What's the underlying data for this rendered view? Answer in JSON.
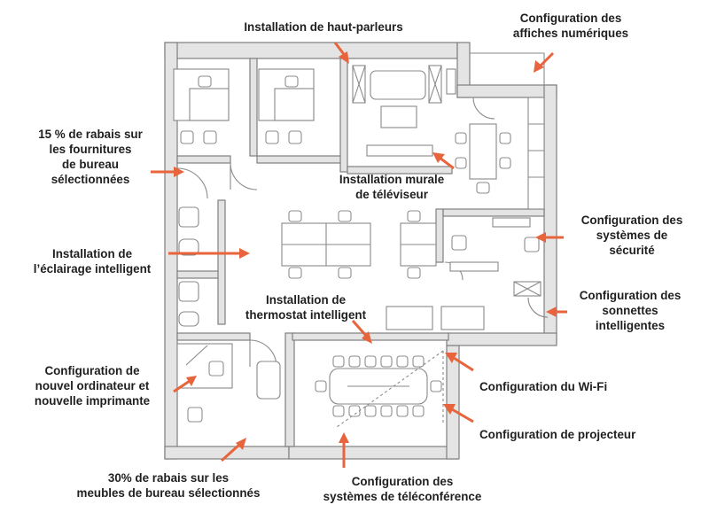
{
  "callouts": {
    "speakers": [
      "Installation de haut-parleurs"
    ],
    "signage": [
      "Configuration des",
      "affiches numériques"
    ],
    "supplies": [
      "15 % de rabais sur",
      "les fournitures",
      "de bureau",
      "sélectionnées"
    ],
    "tv": [
      "Installation murale",
      "de téléviseur"
    ],
    "security": [
      "Configuration des",
      "systèmes de",
      "sécurité"
    ],
    "lighting": [
      "Installation de",
      "l’éclairage intelligent"
    ],
    "doorbells": [
      "Configuration des",
      "sonnettes",
      "intelligentes"
    ],
    "thermostat": [
      "Installation de",
      "thermostat intelligent"
    ],
    "computer": [
      "Configuration de",
      "nouvel ordinateur et",
      "nouvelle imprimante"
    ],
    "wifi": [
      "Configuration du Wi-Fi"
    ],
    "projector": [
      "Configuration de projecteur"
    ],
    "furniture": [
      "30% de rabais sur les",
      "meubles de bureau sélectionnés"
    ],
    "teleconference": [
      "Configuration des",
      "systèmes de téléconférence"
    ]
  },
  "colors": {
    "accent": "#e8643c",
    "wall_fill": "#e4e4e4",
    "line": "#8a8a8a",
    "text": "#1f1f1f"
  }
}
